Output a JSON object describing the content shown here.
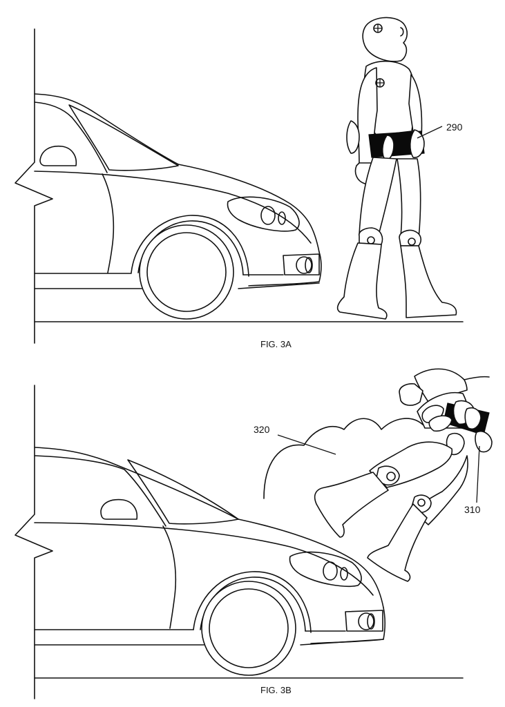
{
  "figures": [
    {
      "caption": "FIG. 3A",
      "labels": [
        "290"
      ]
    },
    {
      "caption": "FIG. 3B",
      "labels": [
        "320",
        "310"
      ]
    }
  ]
}
